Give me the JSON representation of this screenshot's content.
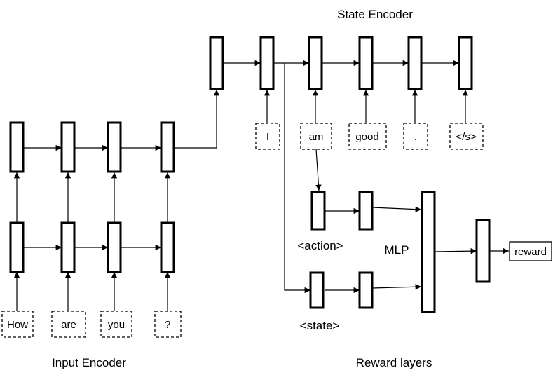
{
  "labels": {
    "state_encoder": "State Encoder",
    "input_encoder": "Input Encoder",
    "reward_layers": "Reward layers",
    "mlp": "MLP",
    "action": "<action>",
    "state": "<state>",
    "reward": "reward"
  },
  "input_tokens": [
    "How",
    "are",
    "you",
    "?"
  ],
  "state_tokens": [
    "I",
    "am",
    "good",
    ".",
    "</s>"
  ]
}
